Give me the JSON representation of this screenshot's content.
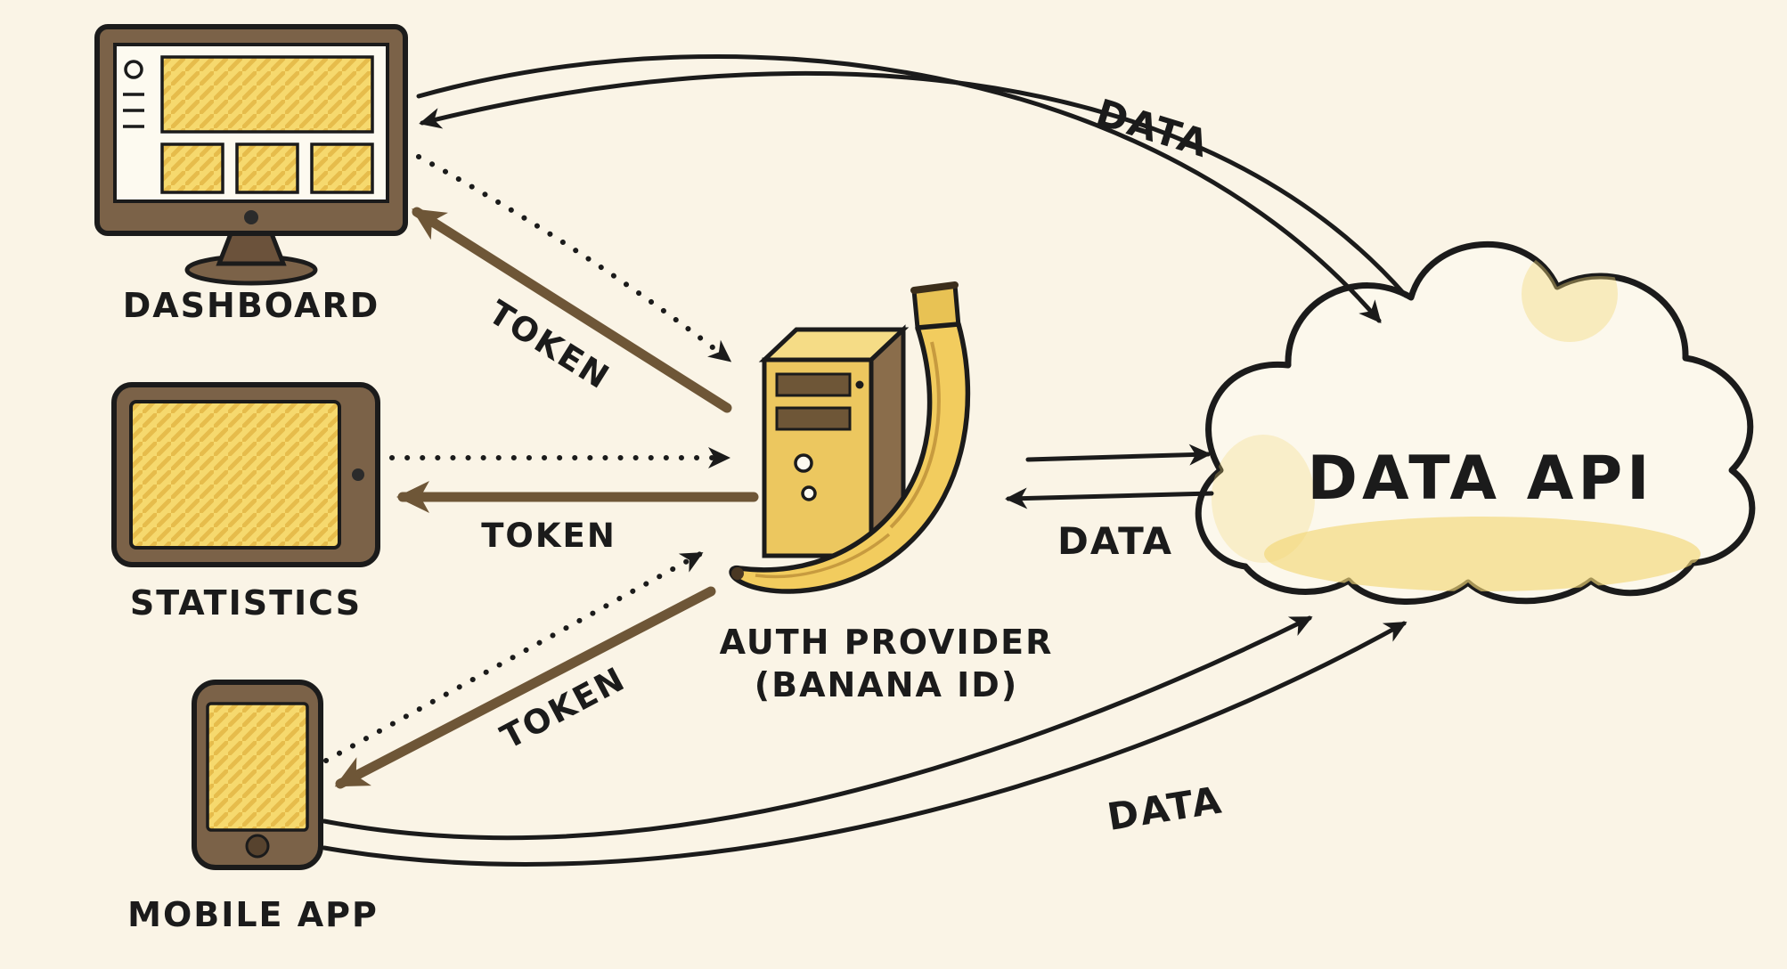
{
  "colors": {
    "background": "#FAF4E6",
    "ink": "#1B1B1B",
    "banana_yellow": "#F2CC5E",
    "screen_yellow": "#F6D96E",
    "frame_brown": "#7B6248",
    "arrow_brown": "#6E5637",
    "cloud_fill": "#FCF8EC"
  },
  "nodes": {
    "dashboard": {
      "label": "DASHBOARD"
    },
    "statistics": {
      "label": "STATISTICS"
    },
    "mobile": {
      "label": "MOBILE APP"
    },
    "auth": {
      "label_line1": "AUTH PROVIDER",
      "label_line2": "(BANANA ID)"
    },
    "api": {
      "label": "DATA API"
    }
  },
  "edges": {
    "token_dashboard": {
      "label": "TOKEN"
    },
    "token_statistics": {
      "label": "TOKEN"
    },
    "token_mobile": {
      "label": "TOKEN"
    },
    "data_dashboard": {
      "label": "DATA"
    },
    "data_auth": {
      "label": "DATA"
    },
    "data_mobile": {
      "label": "DATA"
    }
  }
}
